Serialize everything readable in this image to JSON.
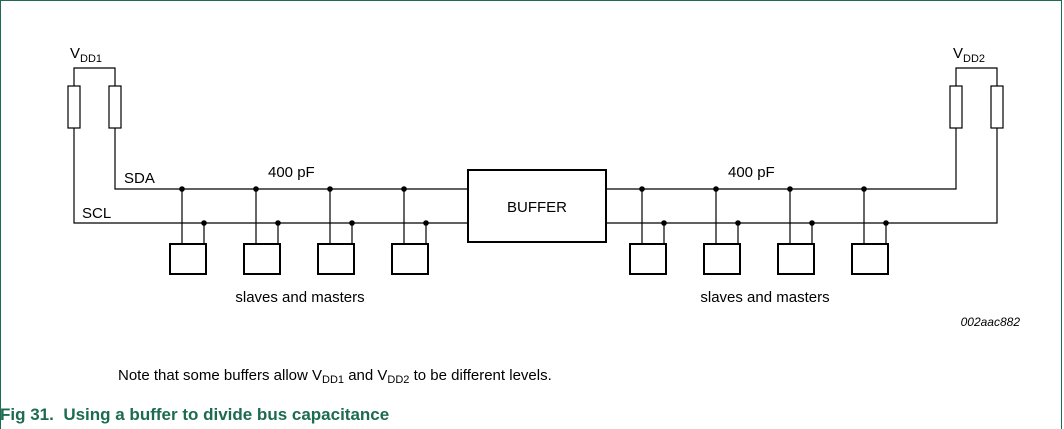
{
  "diagram": {
    "vdd_left": {
      "base": "V",
      "sub": "DD1"
    },
    "vdd_right": {
      "base": "V",
      "sub": "DD2"
    },
    "sda_label": "SDA",
    "scl_label": "SCL",
    "cap_left": "400 pF",
    "cap_right": "400 pF",
    "buffer_label": "BUFFER",
    "devices_left": "slaves and masters",
    "devices_right": "slaves and masters",
    "figure_code": "002aac882"
  },
  "note": {
    "prefix": "Note that some buffers allow ",
    "v1_base": "V",
    "v1_sub": "DD1",
    "middle": " and ",
    "v2_base": "V",
    "v2_sub": "DD2",
    "suffix": " to be different levels."
  },
  "caption": {
    "number": "Fig 31.",
    "title": "Using a buffer to divide bus capacitance"
  },
  "colors": {
    "caption": "#1d6b50",
    "frame": "#1d6b50"
  }
}
